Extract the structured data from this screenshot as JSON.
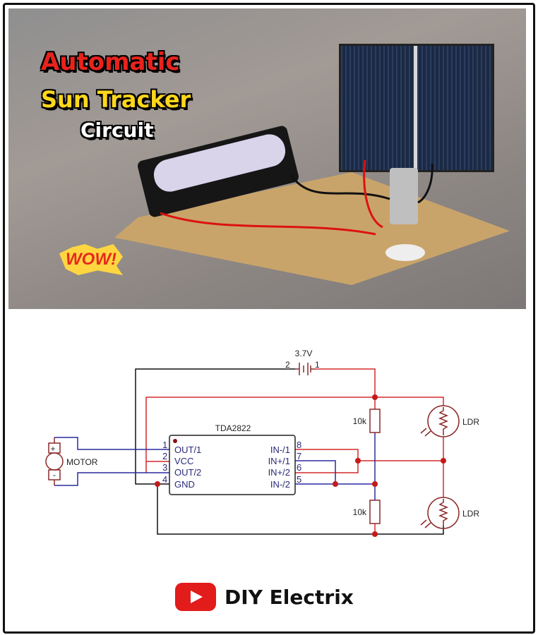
{
  "title": {
    "line1": "Automatic",
    "line2": "Sun Tracker",
    "line3": "Circuit"
  },
  "badge": "WOW!",
  "schematic": {
    "battery_voltage": "3.7V",
    "battery_pin_left": "2",
    "battery_pin_right": "1",
    "ic_name": "TDA2822",
    "left_pins": [
      {
        "num": "1",
        "label": "OUT/1"
      },
      {
        "num": "2",
        "label": "VCC"
      },
      {
        "num": "3",
        "label": "OUT/2"
      },
      {
        "num": "4",
        "label": "GND"
      }
    ],
    "right_pins": [
      {
        "num": "8",
        "label": "IN-/1"
      },
      {
        "num": "7",
        "label": "IN+/1"
      },
      {
        "num": "6",
        "label": "IN+/2"
      },
      {
        "num": "5",
        "label": "IN-/2"
      }
    ],
    "motor_label": "MOTOR",
    "motor_plus": "+",
    "motor_minus": "-",
    "resistor_top": "10k",
    "resistor_bottom": "10k",
    "ldr_top": "LDR",
    "ldr_bottom": "LDR",
    "colors": {
      "vcc": "#d42a2a",
      "signal": "#2a2aa0",
      "ground": "#111111",
      "component": "#8b2a2a"
    }
  },
  "brand": {
    "name": "DIY Electrix",
    "icon": "youtube-icon"
  }
}
